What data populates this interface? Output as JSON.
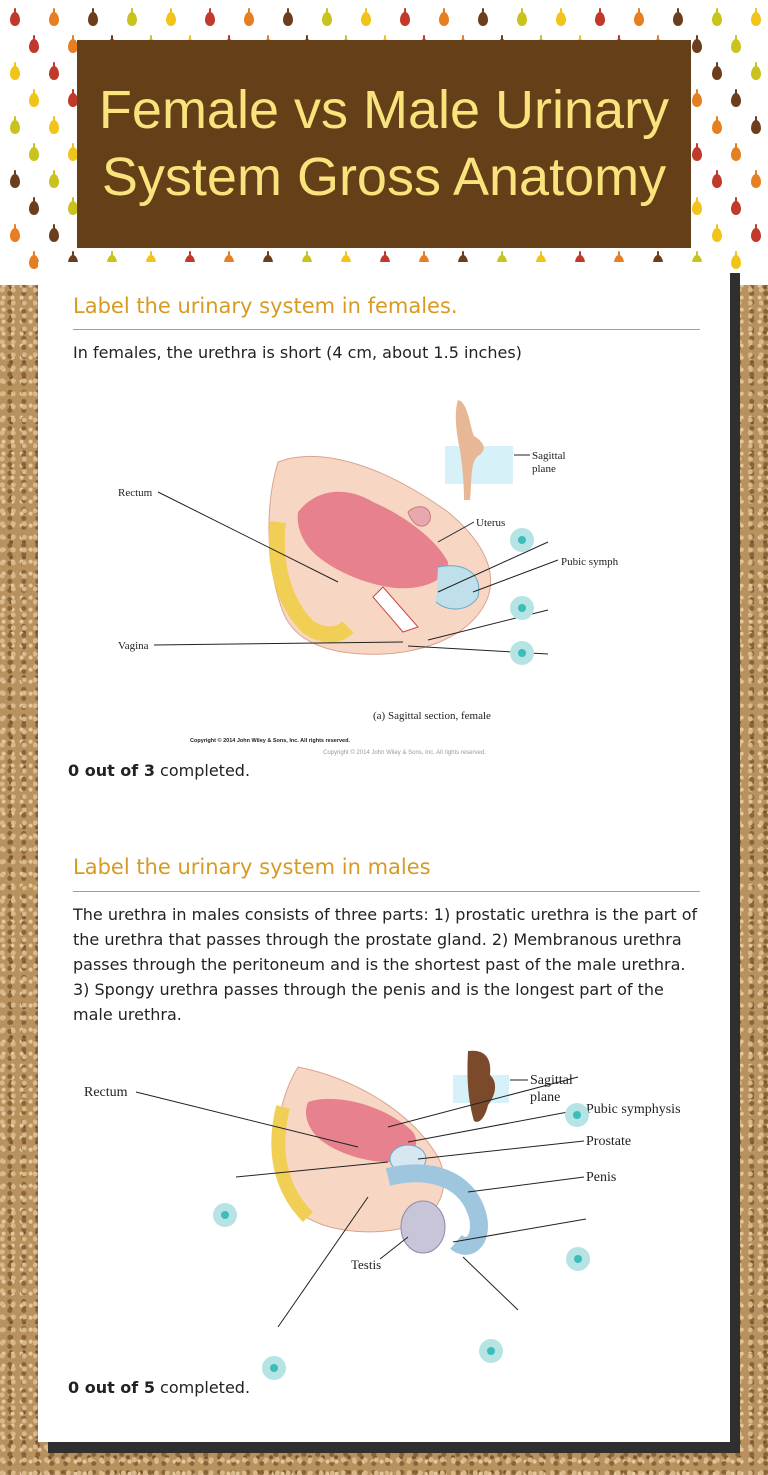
{
  "header": {
    "title": "Female vs Male Urinary System Gross Anatomy"
  },
  "female": {
    "section_title": "Label the urinary system in females.",
    "description": "In females, the urethra is short (4 cm, about 1.5 inches)",
    "labels": {
      "rectum": "Rectum",
      "uterus": "Uterus",
      "pubic_symphysis": "Pubic symphysis",
      "vagina": "Vagina",
      "sagittal_plane_1": "Sagittal",
      "sagittal_plane_2": "plane",
      "caption": "(a) Sagittal section, female",
      "copyright_main": "Copyright © 2014 John Wiley & Sons, Inc. All rights reserved.",
      "copyright_faint": "Copyright © 2014 John Wiley & Sons, Inc. All rights reserved."
    },
    "progress": {
      "done": "0 out of 3",
      "suffix": " completed."
    }
  },
  "male": {
    "section_title": "Label the urinary system in males",
    "description": "The urethra in males consists of three parts: 1) prostatic urethra is the part of the urethra that passes through the prostate gland. 2) Membranous urethra passes through the peritoneum and is the shortest past of the male urethra. 3) Spongy urethra passes through the penis and is the longest part of the male urethra.",
    "labels": {
      "rectum": "Rectum",
      "sagittal_plane_1": "Sagittal",
      "sagittal_plane_2": "plane",
      "pubic_symphysis": "Pubic symphysis",
      "prostate": "Prostate",
      "penis": "Penis",
      "testis": "Testis"
    },
    "progress": {
      "done": "0 out of 5",
      "suffix": " completed."
    }
  },
  "colors": {
    "title_bg": "#643f17",
    "title_text": "#f9e37c",
    "accent": "#d79a22",
    "hotspot": "#3dbcbc"
  }
}
